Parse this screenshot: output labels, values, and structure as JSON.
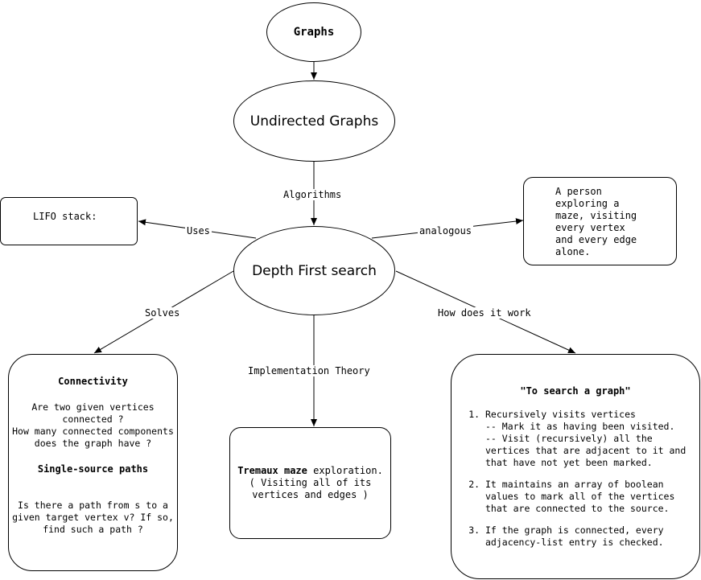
{
  "nodes": {
    "graphs": "Graphs",
    "undirected": "Undirected Graphs",
    "dfs": "Depth First search",
    "lifo": "LIFO stack:",
    "maze_analogy": {
      "lines": [
        "A person",
        "exploring a",
        "maze, visiting",
        "every vertex",
        "and every edge",
        "alone."
      ]
    },
    "connectivity": {
      "title": "Connectivity",
      "q1_lines": [
        "Are two given vertices",
        "connected ?"
      ],
      "q2_lines": [
        "How many connected components",
        "does the graph have ?"
      ],
      "title2": "Single-source paths",
      "q3_lines": [
        "Is there a path from s to a",
        "given target vertex v? If so,",
        "find such a path ?"
      ]
    },
    "tremaux": {
      "bold": "Tremaux maze",
      "rest": " exploration.",
      "line2": "( Visiting all of its",
      "line3": "vertices and edges )"
    },
    "how": {
      "title": "\"To search a graph\"",
      "step1": {
        "head": "Recursively visits vertices",
        "sub1": "-- Mark it as having been visited.",
        "sub2": "-- Visit (recursively) all the",
        "sub3": "vertices that are adjacent to it and",
        "sub4": "that have not yet been marked."
      },
      "step2_lines": [
        "It maintains an array of boolean",
        "values to mark all of the vertices",
        "that are connected to the source."
      ],
      "step3_lines": [
        "If the graph is connected, every",
        "adjacency-list entry is checked."
      ]
    }
  },
  "edge_labels": {
    "algorithms": "Algorithms",
    "uses": "Uses",
    "analogous": "analogous",
    "solves": "Solves",
    "implementation": "Implementation Theory",
    "how_work": "How does it work"
  }
}
